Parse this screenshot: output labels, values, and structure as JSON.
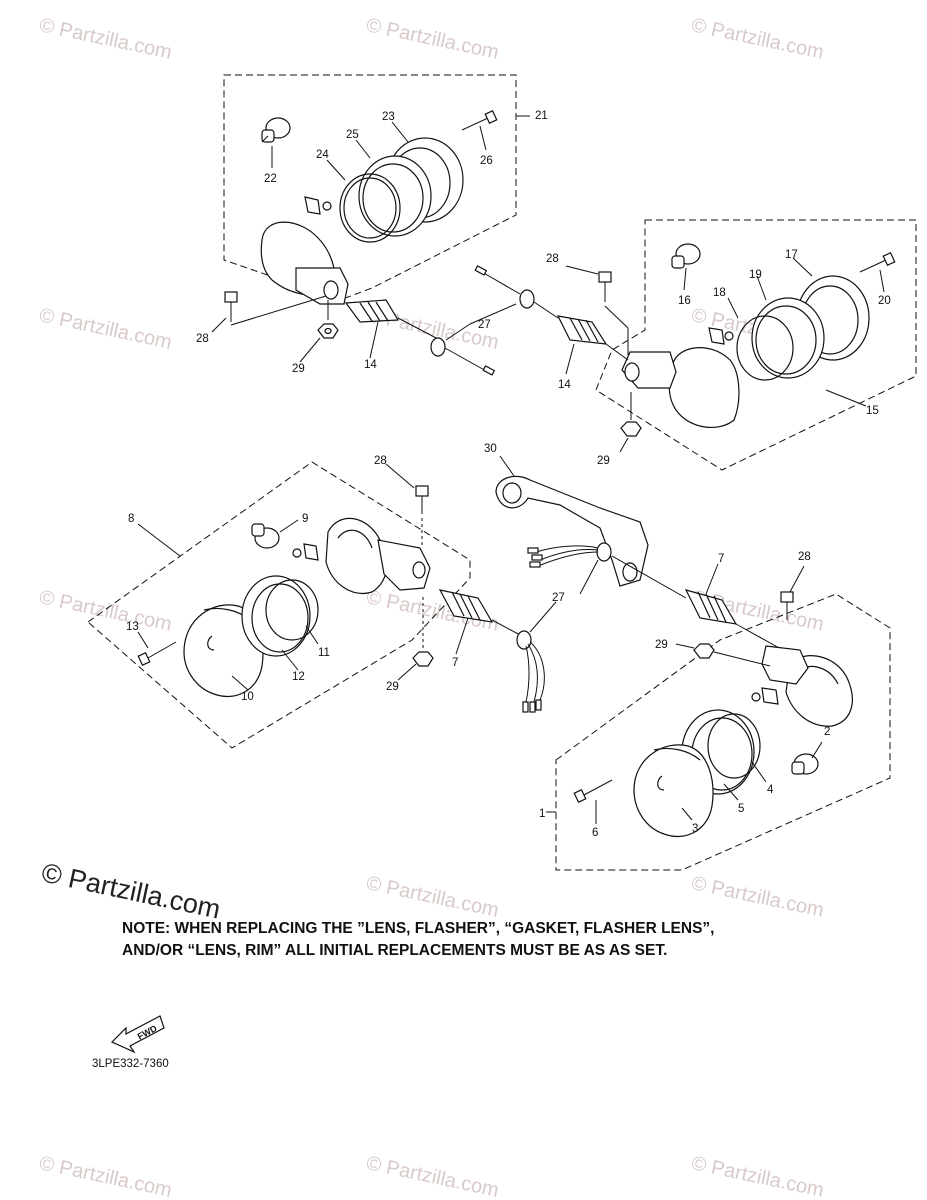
{
  "watermark": "© Partzilla.com",
  "note": {
    "line1": "NOTE: WHEN REPLACING THE  ”LENS, FLASHER”, “GASKET, FLASHER LENS”,",
    "line2": "AND/OR “LENS, RIM” ALL INITIAL REPLACEMENTS MUST BE AS AS SET."
  },
  "fwd_label": "FWD",
  "diagram_code": "3LPE332-7360",
  "callouts": [
    "1",
    "2",
    "3",
    "4",
    "5",
    "6",
    "7",
    "7",
    "8",
    "9",
    "10",
    "11",
    "12",
    "13",
    "14",
    "14",
    "15",
    "16",
    "17",
    "18",
    "19",
    "20",
    "21",
    "22",
    "23",
    "24",
    "25",
    "26",
    "27",
    "27",
    "28",
    "28",
    "28",
    "28",
    "29",
    "29",
    "29",
    "29",
    "30"
  ]
}
